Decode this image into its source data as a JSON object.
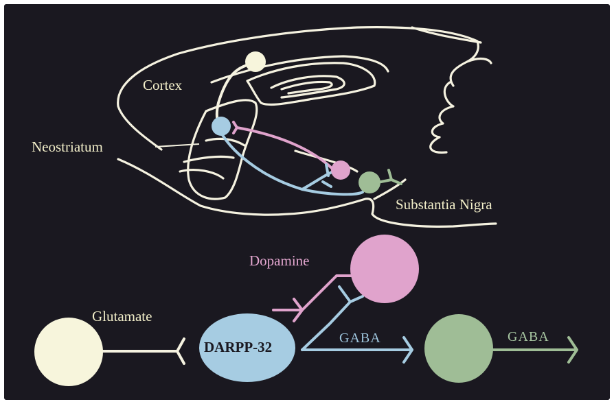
{
  "labels": {
    "cortex": "Cortex",
    "neostriatum": "Neostriatum",
    "substantia_nigra": "Substantia Nigra",
    "dopamine": "Dopamine",
    "glutamate": "Glutamate",
    "darpp": "DARPP-32",
    "gaba_1": "GABA",
    "gaba_2": "GABA"
  },
  "colors": {
    "background": "#1a1820",
    "outline": "#f5f2e0",
    "glutamate": "#f7f5dc",
    "dopamine": "#e0a3cc",
    "darpp": "#a6cce2",
    "gaba_neuron": "#9fbd96"
  }
}
